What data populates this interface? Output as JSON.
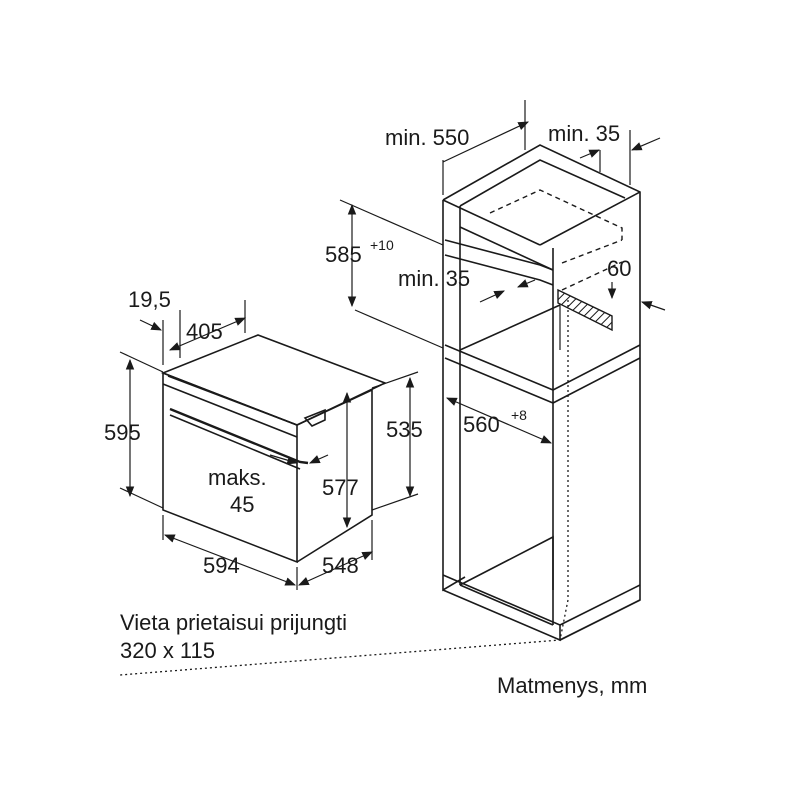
{
  "dimensions": {
    "min_550": "min. 550",
    "min_35_top": "min. 35",
    "dim_585": "585",
    "dim_585_tol": "+10",
    "min_35_mid": "min. 35",
    "dim_60": "60",
    "dim_19_5": "19,5",
    "dim_405": "405",
    "dim_595": "595",
    "dim_535": "535",
    "dim_560": "560",
    "dim_560_tol": "+8",
    "maks": "maks.",
    "dim_45": "45",
    "dim_577": "577",
    "dim_594": "594",
    "dim_548": "548"
  },
  "notes": {
    "connection_line1": "Vieta prietaisui prijungti",
    "connection_line2": "320 x 115",
    "units": "Matmenys, mm"
  }
}
